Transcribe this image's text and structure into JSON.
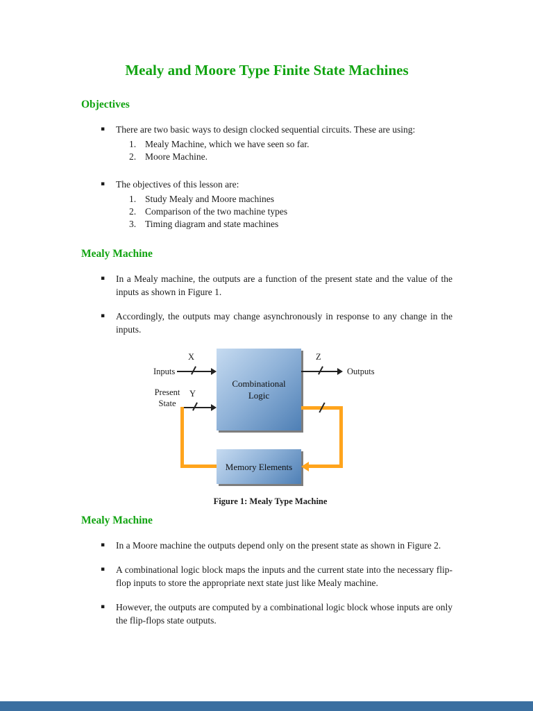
{
  "colors": {
    "heading-green": "#10A310",
    "box-light": "#C6DBF1",
    "box-dark": "#4E7FB5",
    "arrow-orange": "#FFA41C",
    "footer-blue": "#3B6FA0"
  },
  "glyphs": {
    "bullet": "▪"
  },
  "doc": {
    "title": "Mealy and Moore Type Finite State Machines"
  },
  "objectives": {
    "heading": "Objectives",
    "items": [
      {
        "text": "There are two basic ways to design clocked sequential circuits. These are using:",
        "subitems": [
          {
            "num": "1.",
            "text": "Mealy Machine, which we have seen so far."
          },
          {
            "num": "2.",
            "text": "Moore Machine."
          }
        ]
      },
      {
        "text": "The objectives of this lesson are:",
        "subitems": [
          {
            "num": "1.",
            "text": "Study Mealy and Moore machines"
          },
          {
            "num": "2.",
            "text": "Comparison of the two machine types"
          },
          {
            "num": "3.",
            "text": "Timing diagram and state machines"
          }
        ]
      }
    ]
  },
  "mealy": {
    "heading": "Mealy Machine",
    "bullets": [
      "In a Mealy machine, the outputs are a function of the present state and the value of the inputs as shown in Figure 1.",
      "Accordingly, the outputs may change asynchronously in response to any change in the inputs."
    ]
  },
  "figure": {
    "labels": {
      "inputs": "Inputs",
      "x": "X",
      "z": "Z",
      "outputs": "Outputs",
      "present_state": "Present State",
      "y": "Y"
    },
    "boxes": {
      "combinational": "Combinational Logic",
      "memory": "Memory Elements"
    },
    "caption": "Figure 1: Mealy Type Machine"
  },
  "moore": {
    "heading": "Mealy Machine",
    "bullets": [
      "In a Moore machine the outputs depend only on the present state as shown in Figure 2.",
      "A combinational logic block maps the inputs and the current state into the necessary flip-flop inputs to store the appropriate next state just like Mealy machine.",
      "However, the outputs are computed by a combinational logic block whose inputs are only the flip-flops state outputs."
    ]
  }
}
